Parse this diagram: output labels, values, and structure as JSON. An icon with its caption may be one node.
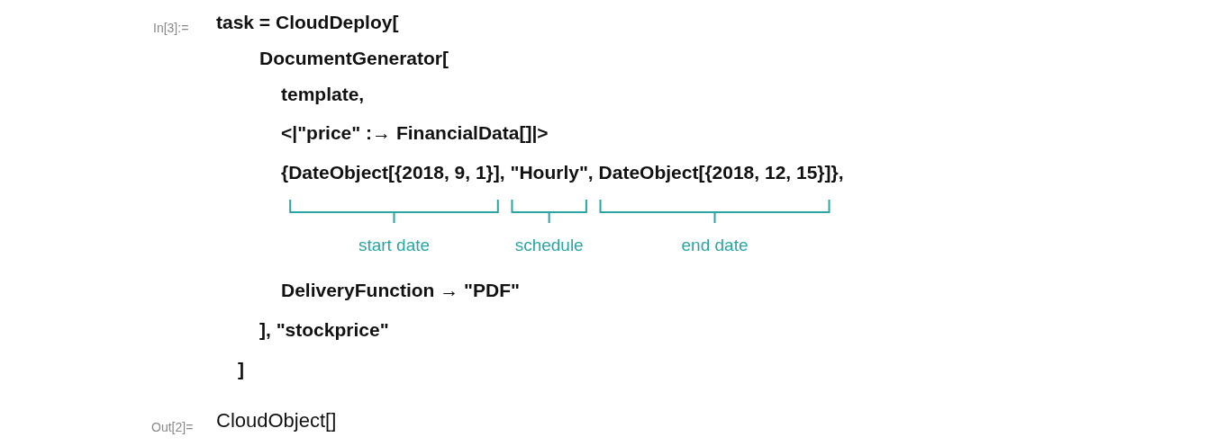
{
  "diagram": {
    "labels": [
      "In[3]:=",
      "task = CloudDeploy[",
      "DocumentGenerator[",
      "template,",
      "<|\"price\" :→ FinancialData[]|>",
      "{DateObject[{2018, 9, 1}], \"Hourly\", DateObject[{2018, 12, 15}]},",
      "start date",
      "schedule",
      "end date",
      "DeliveryFunction → \"PDF\"",
      "],  \"stockprice\"",
      "]",
      "Out[2]=",
      "CloudObject[]"
    ]
  }
}
